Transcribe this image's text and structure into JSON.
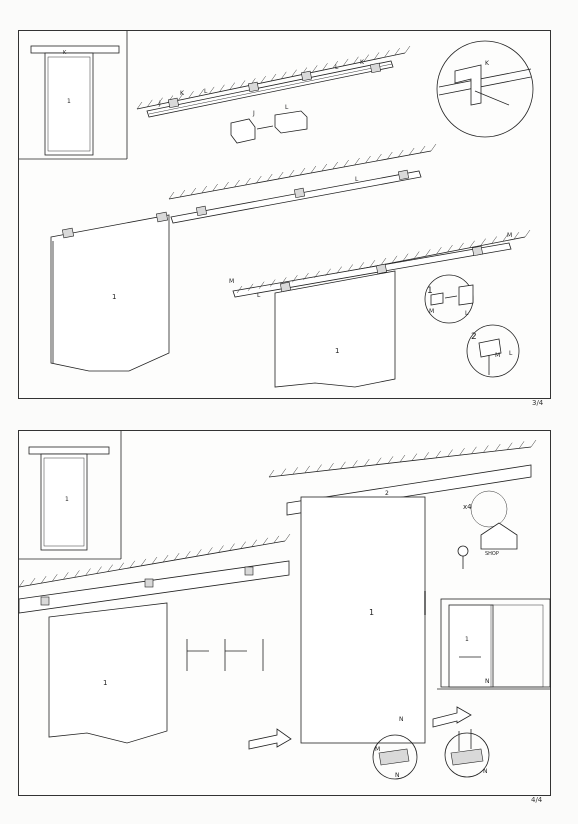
{
  "pages": [
    {
      "page_number": "3/4",
      "labels": {
        "door": "1",
        "rail": "L",
        "bracket": "K",
        "screw": "J",
        "end_cap": "M",
        "step1": "1",
        "step2": "2"
      }
    },
    {
      "page_number": "4/4",
      "labels": {
        "door": "1",
        "cover": "2",
        "floor_guide": "N",
        "floor_guide_part": "M",
        "qty": "x4",
        "shop": "SHOP"
      }
    }
  ]
}
